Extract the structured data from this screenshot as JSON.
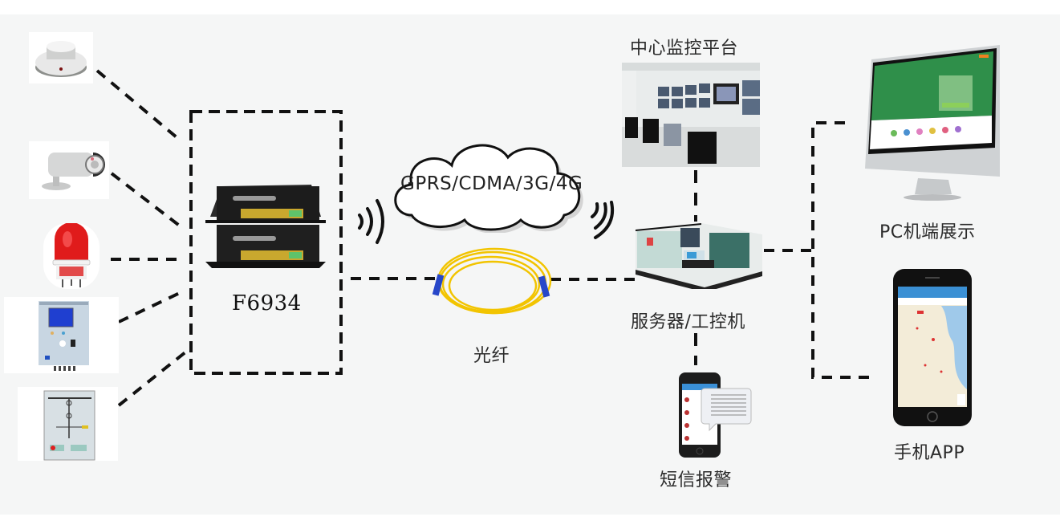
{
  "diagram": {
    "title": "F6934 remote monitoring system topology",
    "sensors": [
      {
        "name": "smoke-detector",
        "label": ""
      },
      {
        "name": "bullet-camera",
        "label": ""
      },
      {
        "name": "alarm-light",
        "label": ""
      },
      {
        "name": "protection-relay-panel",
        "label": ""
      },
      {
        "name": "switchgear-display-panel",
        "label": ""
      }
    ],
    "gateway": {
      "label": "F6934"
    },
    "cloud": {
      "label": "GPRS/CDMA/3G/4G"
    },
    "fiber": {
      "label": "光纤"
    },
    "monitor_center": {
      "label": "中心监控平台"
    },
    "server": {
      "label": "服务器/工控机"
    },
    "sms": {
      "label": "短信报警"
    },
    "pc": {
      "label": "PC机端展示"
    },
    "mobile": {
      "label": "手机APP"
    }
  },
  "colors": {
    "background": "#f5f6f6",
    "line": "#111111",
    "fiber": "#f2c400",
    "connector": "#2747c9",
    "alarm": "#e01b1b",
    "pc_screen": "#2f8f4a",
    "map_water": "#9fc9ea"
  }
}
